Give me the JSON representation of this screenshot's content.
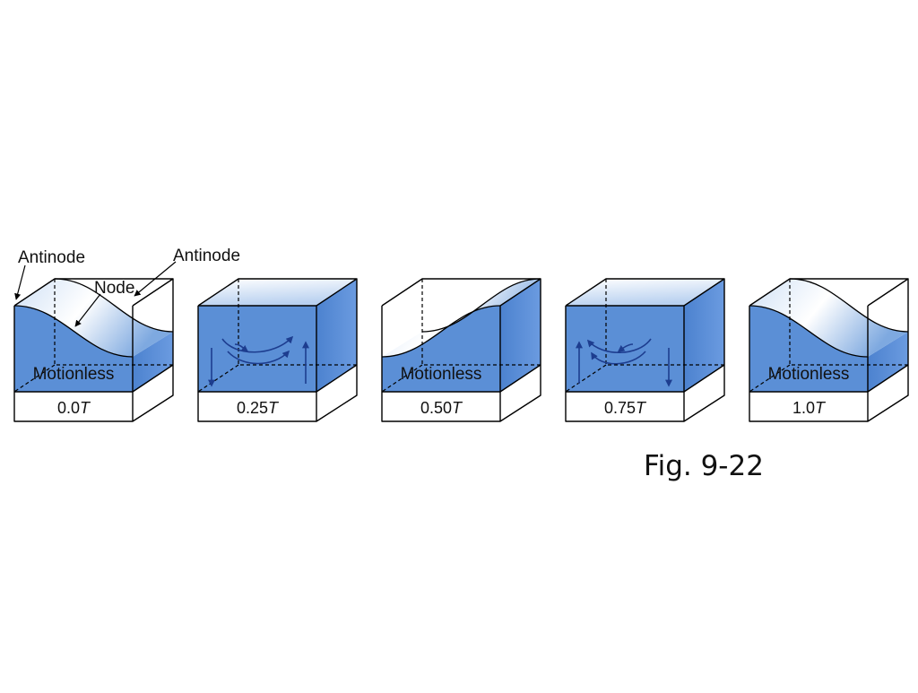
{
  "labels": {
    "antinode_left": "Antinode",
    "antinode_right": "Antinode",
    "node": "Node"
  },
  "panels": [
    {
      "time_value": "0.0",
      "time_unit": "T",
      "body_label": "Motionless"
    },
    {
      "time_value": "0.25",
      "time_unit": "T",
      "body_label": ""
    },
    {
      "time_value": "0.50",
      "time_unit": "T",
      "body_label": "Motionless"
    },
    {
      "time_value": "0.75",
      "time_unit": "T",
      "body_label": ""
    },
    {
      "time_value": "1.0",
      "time_unit": "T",
      "body_label": "Motionless"
    }
  ],
  "caption": "Fig. 9-22",
  "colors": {
    "water": "#5b8fd6",
    "water_dark": "#3f74c2",
    "water_light": "#e9f1fb",
    "flow_arrows": "#1d3d8f"
  }
}
